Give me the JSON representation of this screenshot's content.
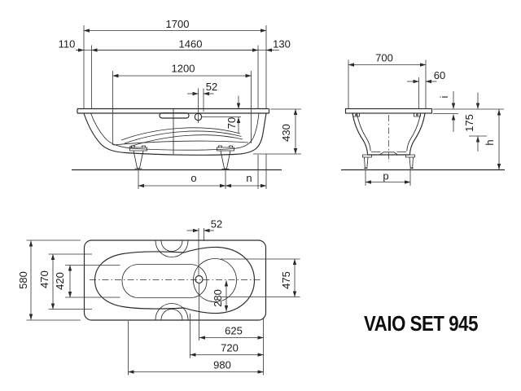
{
  "title": "VAIO SET 945",
  "side": {
    "overall_length": "1700",
    "left_offset": "110",
    "rim_length": "1460",
    "right_offset": "130",
    "floor_length": "1200",
    "overflow_offset": "52",
    "overflow_below_rim": "70",
    "tub_height": "430",
    "foot_span": "o",
    "foot_to_end": "n"
  },
  "end": {
    "overall_width": "700",
    "overflow_offset": "60",
    "rim_drop": "i",
    "depth": "175",
    "total_height": "h",
    "foot_span": "p"
  },
  "plan": {
    "overflow_offset": "52",
    "overall_width": "580",
    "inner_width": "470",
    "floor_width": "420",
    "drain_to_edge": "280",
    "seat_width": "475",
    "drain_to_right": "625",
    "grip_to_right": "720",
    "step_to_right": "980"
  }
}
